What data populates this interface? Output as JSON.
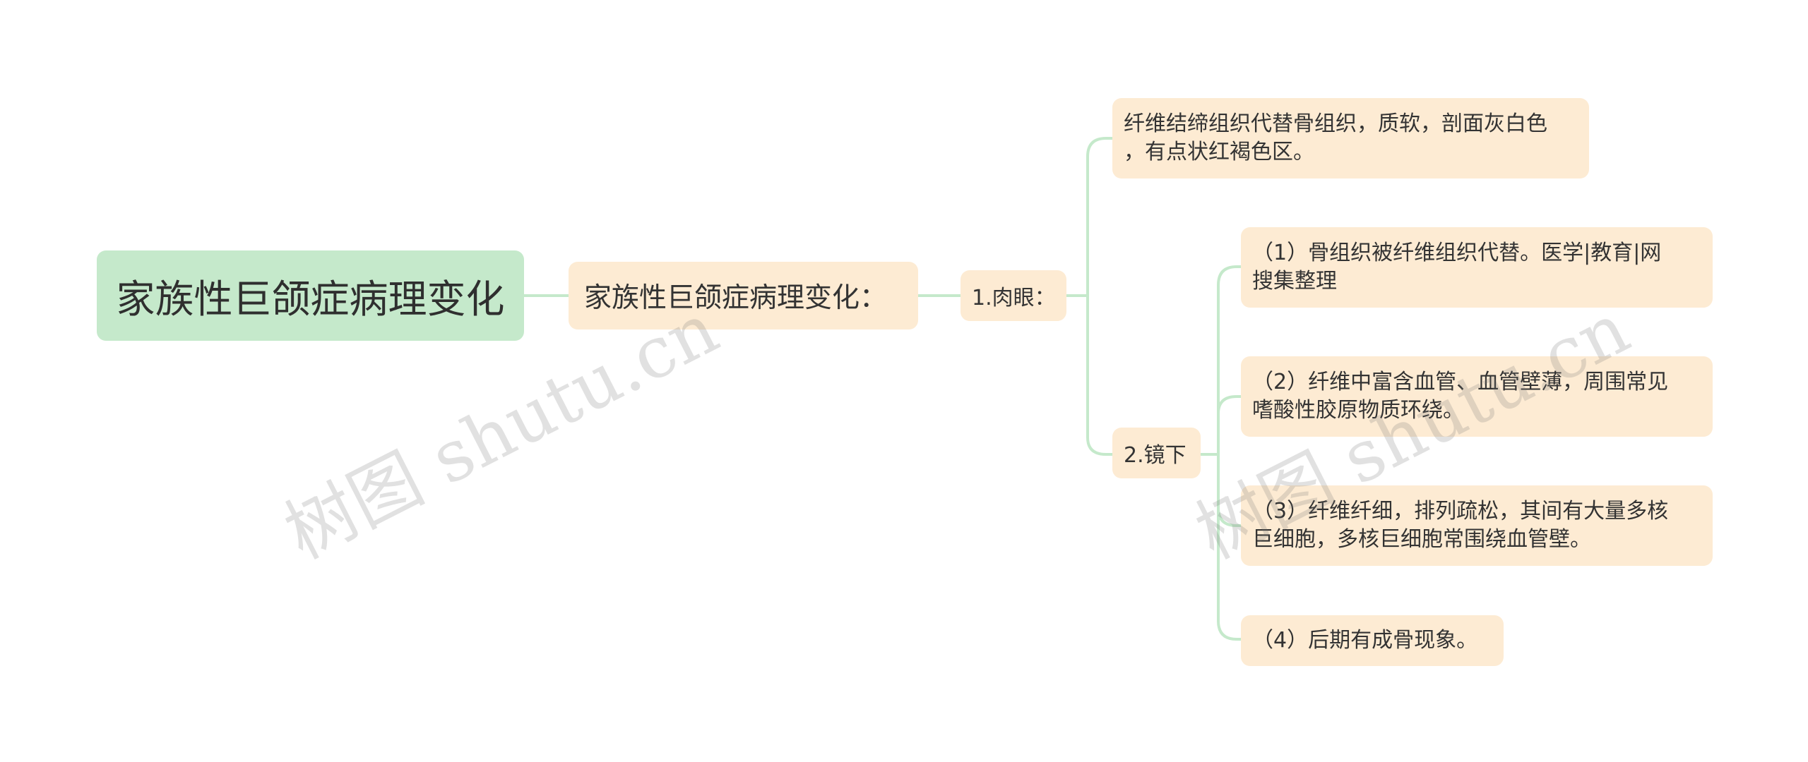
{
  "root": {
    "label": "家族性巨颌症病理变化"
  },
  "level1": {
    "label": "家族性巨颌症病理变化："
  },
  "branches": [
    {
      "label": "1.肉眼："
    },
    {
      "label": "2.镜下"
    }
  ],
  "leaves": {
    "gross": "纤维结缔组织代替骨组织，质软，剖面灰白色\n，有点状红褐色区。",
    "micro": [
      "（1）骨组织被纤维组织代替。医学|教育|网\n搜集整理",
      "（2）纤维中富含血管、血管壁薄，周围常见\n嗜酸性胶原物质环绕。",
      "（3）纤维纤细，排列疏松，其间有大量多核\n巨细胞，多核巨细胞常围绕血管壁。",
      "（4）后期有成骨现象。"
    ]
  },
  "watermark": {
    "text": "树图 shutu.cn"
  },
  "colors": {
    "root_fill": "#c5e9cb",
    "node_fill": "#fdebd3",
    "connector": "#c5e9cb",
    "text": "#333333"
  }
}
